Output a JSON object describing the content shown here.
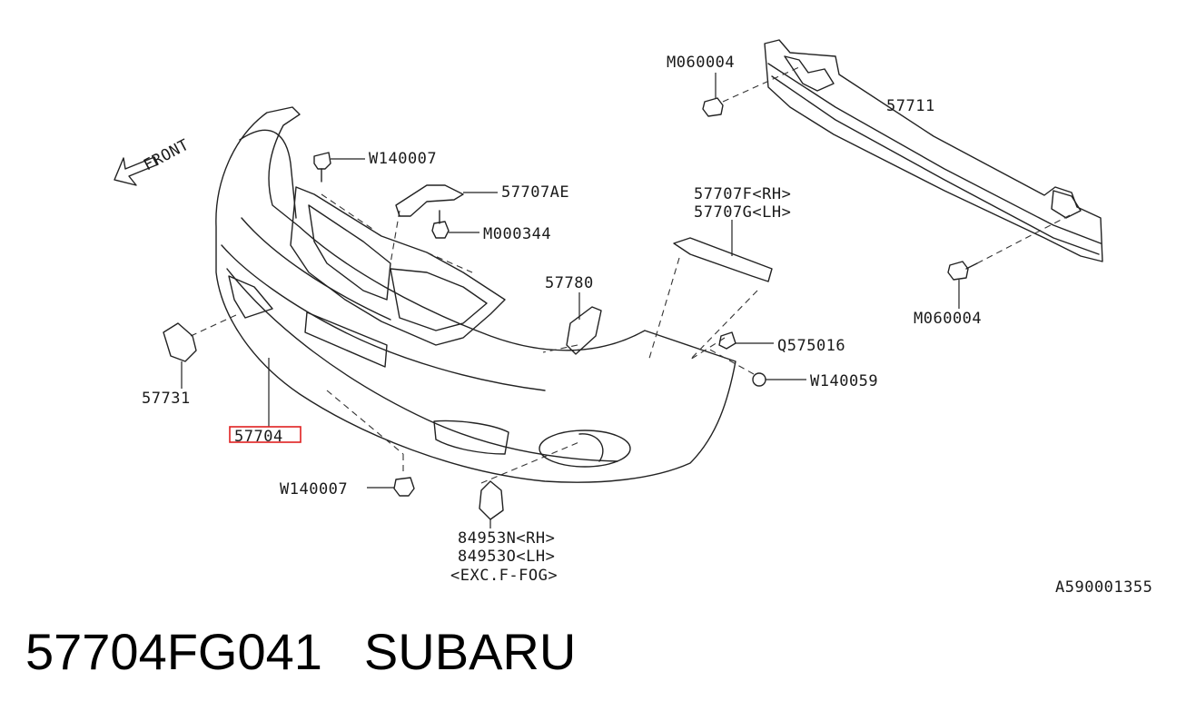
{
  "diagram": {
    "front_marker": "FRONT",
    "highlight_color": "#e02020",
    "callouts": {
      "m060004_top": "M060004",
      "p57711": "57711",
      "w140007_top": "W140007",
      "p57707ae": "57707AE",
      "m000344": "M000344",
      "p57707f": "57707F<RH>",
      "p57707g": "57707G<LH>",
      "m060004_right": "M060004",
      "p57780": "57780",
      "q575016": "Q575016",
      "w140059": "W140059",
      "p57731": "57731",
      "p57704": "57704",
      "w140007_bottom": "W140007",
      "p84953n": "84953N<RH>",
      "p84953o": "84953O<LH>",
      "exc_fog": "<EXC.F-FOG>"
    },
    "figure_id": "A590001355"
  },
  "caption": {
    "part_number": "57704FG041",
    "brand": "SUBARU"
  }
}
